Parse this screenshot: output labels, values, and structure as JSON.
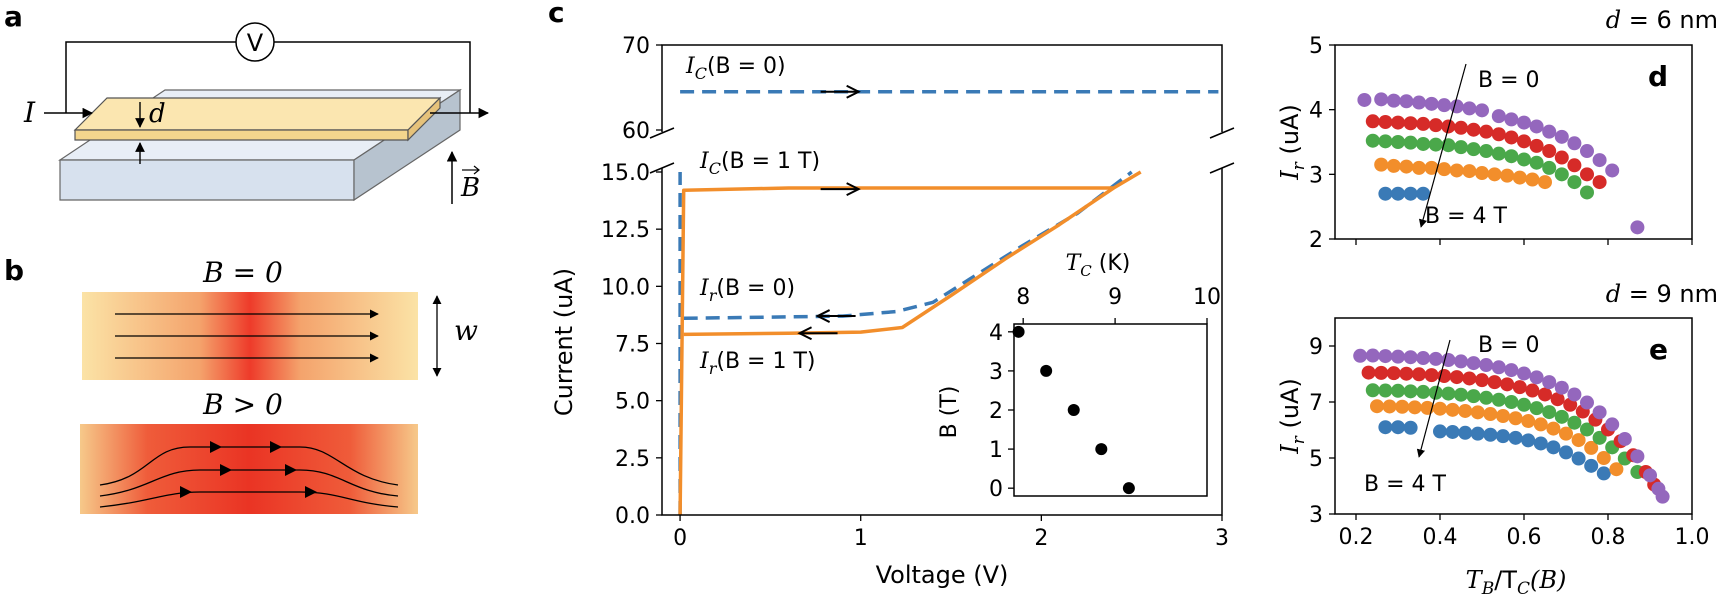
{
  "panel_labels": {
    "a": "a",
    "b": "b",
    "c": "c",
    "d": "d",
    "e": "e"
  },
  "schematic_a": {
    "voltmeter": "V",
    "current": "I",
    "thickness": "d",
    "field": "B"
  },
  "schematic_b": {
    "top_label": "B = 0",
    "bottom_label": "B > 0",
    "width_label": "w"
  },
  "colors": {
    "blue": "#3a7ab6",
    "orange": "#f28e2b",
    "green": "#4aa84a",
    "red": "#d62b28",
    "purple": "#9467bd"
  },
  "chart_data": [
    {
      "id": "c",
      "type": "line",
      "xlabel": "Voltage (V)",
      "ylabel": "Current (uA)",
      "xlim": [
        -0.1,
        3.0
      ],
      "xticks": [
        "0",
        "1",
        "2",
        "3"
      ],
      "ylim_lower": [
        0,
        15
      ],
      "ylim_upper": [
        60,
        70
      ],
      "yticks_lower": [
        "0.0",
        "2.5",
        "5.0",
        "7.5",
        "10.0",
        "12.5",
        "15.0"
      ],
      "yticks_upper": [
        "60",
        "70"
      ],
      "annotations": {
        "ic_b0": {
          "pre": "I",
          "sub": "C",
          "post": "(B = 0)"
        },
        "ic_b1": {
          "pre": "I",
          "sub": "C",
          "post": "(B = 1 T)"
        },
        "ir_b0": {
          "pre": "I",
          "sub": "r",
          "post": "(B = 0)"
        },
        "ir_b1": {
          "pre": "I",
          "sub": "r",
          "post": "(B = 1 T)"
        }
      },
      "series": [
        {
          "style": "dashed",
          "color": "#3a7ab6",
          "axis": "upper",
          "points": [
            [
              0,
              64.5
            ],
            [
              2.98,
              64.5
            ]
          ]
        },
        {
          "style": "dashed",
          "color": "#3a7ab6",
          "axis": "lower",
          "points": [
            [
              0,
              0
            ],
            [
              0,
              15
            ]
          ]
        },
        {
          "style": "dashed",
          "color": "#3a7ab6",
          "axis": "lower",
          "points": [
            [
              0.02,
              8.6
            ],
            [
              0.9,
              8.7
            ],
            [
              1.2,
              8.9
            ],
            [
              1.4,
              9.3
            ],
            [
              1.6,
              10.3
            ],
            [
              1.9,
              11.8
            ],
            [
              2.2,
              13.2
            ],
            [
              2.5,
              15.0
            ]
          ]
        },
        {
          "style": "solid",
          "color": "#f28e2b",
          "axis": "lower",
          "points": [
            [
              0,
              0
            ],
            [
              0.02,
              14.2
            ],
            [
              0.6,
              14.3
            ],
            [
              1.5,
              14.3
            ],
            [
              2.4,
              14.3
            ],
            [
              2.55,
              15.0
            ]
          ]
        },
        {
          "style": "solid",
          "color": "#f28e2b",
          "axis": "lower",
          "points": [
            [
              0.02,
              7.9
            ],
            [
              0.6,
              7.95
            ],
            [
              1.0,
              8.0
            ],
            [
              1.23,
              8.2
            ],
            [
              1.5,
              9.6
            ],
            [
              1.8,
              11.2
            ],
            [
              2.1,
              12.7
            ],
            [
              2.4,
              14.3
            ]
          ]
        }
      ],
      "arrows": [
        {
          "axis": "upper",
          "x": 0.9,
          "y": 64.5,
          "dir": "right"
        },
        {
          "axis": "lower",
          "x": 0.9,
          "y": 14.25,
          "dir": "right"
        },
        {
          "axis": "lower",
          "x": 0.85,
          "y": 8.7,
          "dir": "left"
        },
        {
          "axis": "lower",
          "x": 0.75,
          "y": 7.95,
          "dir": "left"
        }
      ],
      "inset": {
        "type": "scatter",
        "xlabel": {
          "pre": "T",
          "sub": "C",
          "post": " (K)"
        },
        "ylabel": "B (T)",
        "xlim": [
          7.9,
          10.0
        ],
        "ylim": [
          -0.2,
          4.2
        ],
        "xticks": [
          "8",
          "9",
          "10"
        ],
        "yticks": [
          "0",
          "1",
          "2",
          "3",
          "4"
        ],
        "points": [
          [
            7.95,
            4
          ],
          [
            8.25,
            3
          ],
          [
            8.55,
            2
          ],
          [
            8.85,
            1
          ],
          [
            9.15,
            0
          ]
        ]
      }
    },
    {
      "id": "d",
      "type": "scatter",
      "title": {
        "pre": "d",
        "post": " = 6 nm"
      },
      "ylabel": {
        "pre": "I",
        "sub": "r",
        "post": " (uA)"
      },
      "xlim": [
        0.15,
        1.0
      ],
      "ylim": [
        2,
        5
      ],
      "yticks": [
        "2",
        "3",
        "4",
        "5"
      ],
      "annotations": {
        "top": "B = 0",
        "bottom": "B = 4 T"
      },
      "series": [
        {
          "color": "#3a7ab6",
          "x": [
            0.27,
            0.3,
            0.33,
            0.36
          ],
          "y": [
            2.7,
            2.7,
            2.7,
            2.7
          ]
        },
        {
          "color": "#f28e2b",
          "x": [
            0.26,
            0.29,
            0.32,
            0.35,
            0.38,
            0.41,
            0.44,
            0.47,
            0.5,
            0.53,
            0.56,
            0.59,
            0.62,
            0.65
          ],
          "y": [
            3.15,
            3.13,
            3.12,
            3.1,
            3.1,
            3.08,
            3.06,
            3.05,
            3.02,
            3.0,
            2.98,
            2.95,
            2.92,
            2.88
          ]
        },
        {
          "color": "#4aa84a",
          "x": [
            0.24,
            0.27,
            0.3,
            0.33,
            0.36,
            0.39,
            0.42,
            0.45,
            0.48,
            0.51,
            0.54,
            0.57,
            0.6,
            0.63,
            0.66,
            0.69,
            0.72,
            0.75
          ],
          "y": [
            3.52,
            3.51,
            3.5,
            3.49,
            3.47,
            3.46,
            3.45,
            3.42,
            3.39,
            3.36,
            3.32,
            3.28,
            3.23,
            3.18,
            3.1,
            3.0,
            2.88,
            2.72
          ]
        },
        {
          "color": "#d62b28",
          "x": [
            0.24,
            0.27,
            0.3,
            0.33,
            0.36,
            0.39,
            0.42,
            0.45,
            0.48,
            0.51,
            0.54,
            0.57,
            0.6,
            0.63,
            0.66,
            0.69,
            0.72,
            0.75,
            0.78
          ],
          "y": [
            3.82,
            3.81,
            3.8,
            3.79,
            3.78,
            3.76,
            3.74,
            3.72,
            3.69,
            3.66,
            3.62,
            3.57,
            3.51,
            3.44,
            3.36,
            3.26,
            3.14,
            3.0,
            2.88
          ]
        },
        {
          "color": "#9467bd",
          "x": [
            0.22,
            0.26,
            0.29,
            0.32,
            0.35,
            0.38,
            0.41,
            0.44,
            0.47,
            0.5,
            0.54,
            0.57,
            0.6,
            0.63,
            0.66,
            0.69,
            0.72,
            0.75,
            0.78,
            0.81,
            0.87
          ],
          "y": [
            4.15,
            4.16,
            4.14,
            4.13,
            4.11,
            4.09,
            4.07,
            4.05,
            4.02,
            3.99,
            3.9,
            3.85,
            3.8,
            3.74,
            3.66,
            3.58,
            3.48,
            3.36,
            3.22,
            3.06,
            2.18
          ]
        }
      ]
    },
    {
      "id": "e",
      "type": "scatter",
      "title": {
        "pre": "d",
        "post": " = 9 nm"
      },
      "xlabel": {
        "pre": "T",
        "sub": "B",
        "mid": "/T",
        "sub2": "C",
        "post": "(B)"
      },
      "ylabel": {
        "pre": "I",
        "sub": "r",
        "post": " (uA)"
      },
      "xlim": [
        0.15,
        1.0
      ],
      "ylim": [
        3,
        10
      ],
      "xticks": [
        "0.2",
        "0.4",
        "0.6",
        "0.8",
        "1.0"
      ],
      "yticks": [
        "3",
        "5",
        "7",
        "9"
      ],
      "annotations": {
        "top": "B = 0",
        "bottom": "B = 4 T"
      },
      "series": [
        {
          "color": "#3a7ab6",
          "x": [
            0.27,
            0.3,
            0.33,
            0.4,
            0.43,
            0.46,
            0.49,
            0.52,
            0.55,
            0.58,
            0.61,
            0.64,
            0.67,
            0.7,
            0.73,
            0.76,
            0.79
          ],
          "y": [
            6.1,
            6.1,
            6.08,
            5.95,
            5.93,
            5.9,
            5.87,
            5.83,
            5.78,
            5.72,
            5.63,
            5.52,
            5.38,
            5.2,
            4.98,
            4.72,
            4.45
          ]
        },
        {
          "color": "#f28e2b",
          "x": [
            0.25,
            0.28,
            0.31,
            0.34,
            0.37,
            0.4,
            0.43,
            0.46,
            0.49,
            0.52,
            0.55,
            0.58,
            0.61,
            0.64,
            0.67,
            0.7,
            0.73,
            0.76,
            0.79,
            0.82
          ],
          "y": [
            6.85,
            6.84,
            6.83,
            6.81,
            6.79,
            6.76,
            6.72,
            6.68,
            6.63,
            6.57,
            6.5,
            6.42,
            6.32,
            6.2,
            6.05,
            5.87,
            5.64,
            5.36,
            5.0,
            4.6
          ]
        },
        {
          "color": "#4aa84a",
          "x": [
            0.24,
            0.27,
            0.3,
            0.33,
            0.36,
            0.39,
            0.42,
            0.45,
            0.48,
            0.51,
            0.54,
            0.57,
            0.6,
            0.63,
            0.66,
            0.69,
            0.72,
            0.75,
            0.78,
            0.81,
            0.84,
            0.87
          ],
          "y": [
            7.42,
            7.41,
            7.4,
            7.38,
            7.36,
            7.33,
            7.3,
            7.26,
            7.21,
            7.15,
            7.08,
            7.0,
            6.9,
            6.78,
            6.64,
            6.47,
            6.26,
            6.02,
            5.72,
            5.38,
            4.98,
            4.5
          ]
        },
        {
          "color": "#d62b28",
          "x": [
            0.23,
            0.26,
            0.29,
            0.32,
            0.35,
            0.38,
            0.41,
            0.44,
            0.47,
            0.5,
            0.53,
            0.56,
            0.59,
            0.62,
            0.65,
            0.68,
            0.71,
            0.74,
            0.77,
            0.8,
            0.83,
            0.86,
            0.89,
            0.91
          ],
          "y": [
            8.05,
            8.04,
            8.03,
            8.01,
            7.99,
            7.96,
            7.93,
            7.89,
            7.84,
            7.78,
            7.71,
            7.63,
            7.53,
            7.41,
            7.27,
            7.1,
            6.9,
            6.66,
            6.37,
            6.02,
            5.6,
            5.1,
            4.5,
            4.05
          ]
        },
        {
          "color": "#9467bd",
          "x": [
            0.21,
            0.24,
            0.27,
            0.3,
            0.33,
            0.36,
            0.39,
            0.42,
            0.45,
            0.48,
            0.51,
            0.54,
            0.57,
            0.6,
            0.63,
            0.66,
            0.69,
            0.72,
            0.75,
            0.78,
            0.81,
            0.84,
            0.87,
            0.9,
            0.92,
            0.93
          ],
          "y": [
            8.65,
            8.66,
            8.64,
            8.62,
            8.6,
            8.57,
            8.54,
            8.5,
            8.45,
            8.39,
            8.32,
            8.24,
            8.14,
            8.02,
            7.88,
            7.71,
            7.51,
            7.27,
            6.98,
            6.63,
            6.2,
            5.68,
            5.06,
            4.38,
            3.9,
            3.62
          ]
        }
      ]
    }
  ]
}
